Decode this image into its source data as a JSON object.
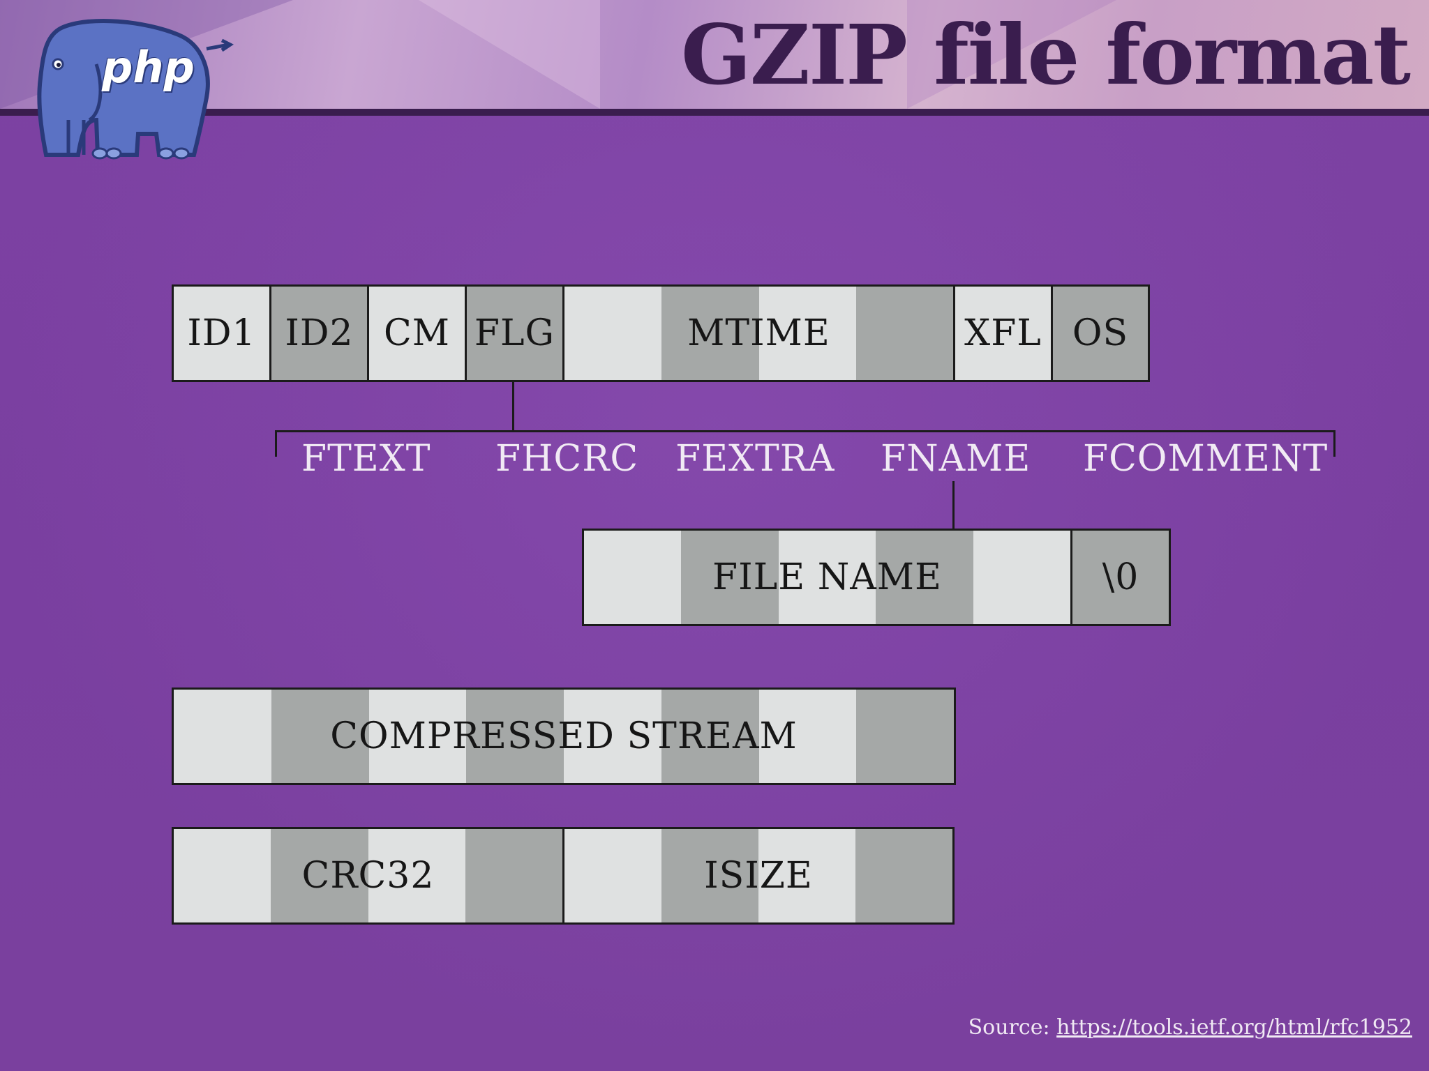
{
  "slide": {
    "title": "GZIP file format",
    "logo_text": "php",
    "source_label": "Source:",
    "source_url": "https://tools.ietf.org/html/rfc1952"
  },
  "header_fields": [
    "ID1",
    "ID2",
    "CM",
    "FLG",
    "MTIME",
    "XFL",
    "OS"
  ],
  "flags": [
    "FTEXT",
    "FHCRC",
    "FEXTRA",
    "FNAME",
    "FCOMMENT"
  ],
  "filename_block": {
    "name": "FILE NAME",
    "terminator": "\\0"
  },
  "stream_block": {
    "label": "COMPRESSED STREAM"
  },
  "trailer_fields": [
    "CRC32",
    "ISIZE"
  ],
  "colors": {
    "background": "#7a3f9f",
    "title": "#3a1d4e",
    "cell_light": "#dfe1e1",
    "cell_dark": "#a5a8a7",
    "border": "#1b1b1b",
    "flag_text": "#f1eaf4",
    "logo_body": "#5b72c4"
  }
}
